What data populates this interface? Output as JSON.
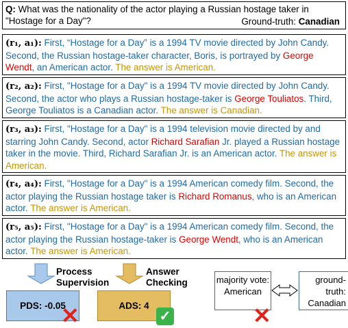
{
  "question": {
    "label": "Q:",
    "text": " What was the nationality of the actor playing a Russian hostage taker in \"Hostage for a Day\"?",
    "gt_label": "Ground-truth: ",
    "gt_value": "Canadian"
  },
  "rationales": [
    {
      "label": "(r₁, a₁):",
      "t1": " First, “Hostage for a Day” is a 1994 TV movie directed by John Candy. Second, the Russian hostage-taker character, Boris, is portrayed by ",
      "name": "George Wendt",
      "t2": ", an American actor. ",
      "answer": "The answer is American."
    },
    {
      "label": "(r₂, a₂):",
      "t1": " First, \"Hostage for a Day\" is a 1994 TV movie directed by John Candy. Second, the actor who plays a Russian hostage-taker is ",
      "name": "George Touliatos",
      "t2": ". Third, George Touliatos is a Canadian actor. ",
      "answer": "The answer is Canadian."
    },
    {
      "label": "(r₃, a₃):",
      "t1": " First, \"Hostage for a Day\" is a 1994 television movie directed by and starring John Candy. Second, actor ",
      "name": "Richard Sarafian",
      "t2": " Jr. played a Russian hostage taker in the movie. Third, Richard Sarafian Jr. is an American actor. ",
      "answer": "The answer is American."
    },
    {
      "label": "(r₄, a₄):",
      "t1": " First, \"Hostage for a Day\" is a 1994 American comedy film. Second, the actor playing the Russian hostage taker is ",
      "name": "Richard Romanus",
      "t2": ", who is an American actor. ",
      "answer": "The answer is American."
    },
    {
      "label": "(r₅, a₅):",
      "t1": " First, \"Hostage for a Day\" is a 1994 American comedy film. Second, the actor playing the Russian hostage-taker is ",
      "name": "George Wendt",
      "t2": ", who is an American actor. ",
      "answer": "The answer is American."
    }
  ],
  "process_label": "Process Supervision",
  "answer_label": "Answer Checking",
  "pds": "PDS: -0.05",
  "ads": "ADS: 4",
  "vote": "majority vote: American",
  "ground": "ground-truth: Canadian",
  "colors": {
    "arrow_blue": "#a8c9e9",
    "arrow_gold": "#e4bd62",
    "name_red": "#e00000",
    "answer_gold": "#c69500",
    "text_blue": "#1f6aa8"
  }
}
